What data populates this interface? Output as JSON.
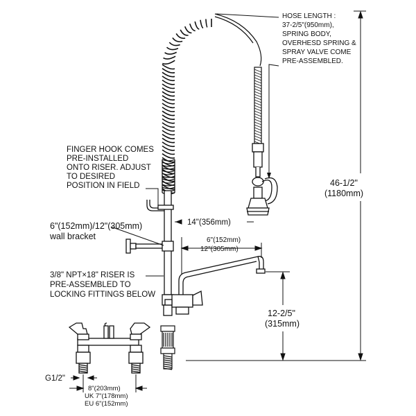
{
  "annotations": {
    "hose_note": [
      "HOSE LENGTH :",
      "37-2/5\"(950mm),",
      "SPRING BODY,",
      "OVERHESD SPRING &",
      "SPRAY VALVE COME",
      "PRE-ASSEMBLED."
    ],
    "finger_hook_note": [
      "FINGER HOOK COMES",
      "PRE-INSTALLED",
      "ONTO RISER. ADJUST",
      "TO DESIRED",
      "POSITION IN FIELD"
    ],
    "wall_bracket_note": [
      "6\"(152mm)/12\"(305mm)",
      "wall bracket"
    ],
    "riser_note": [
      "3/8\" NPT×18\" RISER IS",
      "PRE-ASSEMBLED TO",
      "LOCKING FITTINGS BELOW"
    ]
  },
  "dimensions": {
    "total_height": [
      "46-1/2\"",
      "(1180mm)"
    ],
    "arm_offset": "14\"(356mm)",
    "spout_length": [
      "6\"(152mm)",
      "12\"(305mm)"
    ],
    "spout_height": [
      "12-2/5\"",
      "(315mm)"
    ],
    "inlet_thread": "G1/2\"",
    "centers": [
      "8\"(203mm)",
      "UK 7\"(178mm)",
      "EU 6\"(152mm)"
    ]
  }
}
